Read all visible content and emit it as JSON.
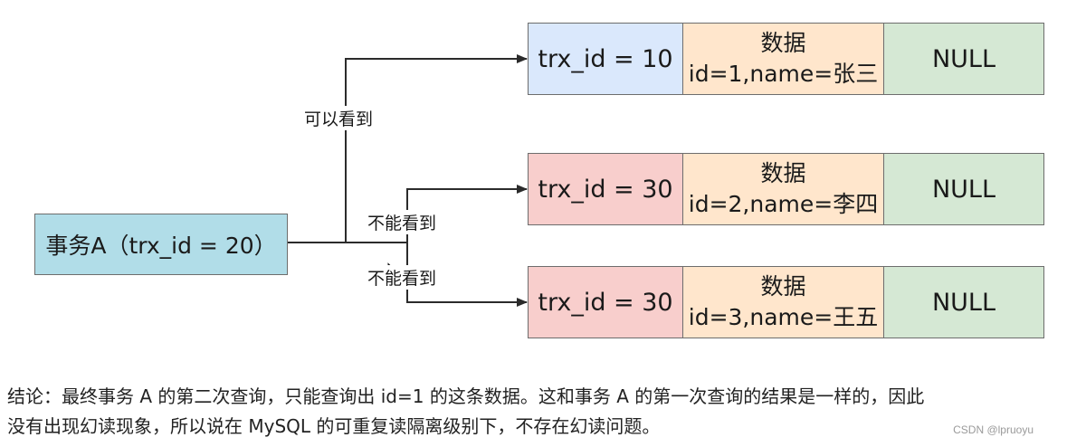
{
  "transaction": {
    "label": "事务A（trx_id = 20）"
  },
  "rows": [
    {
      "trx_id": "trx_id = 10",
      "data_title": "数据",
      "data_value": "id=1,name=张三",
      "pointer": "NULL"
    },
    {
      "trx_id": "trx_id = 30",
      "data_title": "数据",
      "data_value": "id=2,name=李四",
      "pointer": "NULL"
    },
    {
      "trx_id": "trx_id = 30",
      "data_title": "数据",
      "data_value": "id=3,name=王五",
      "pointer": "NULL"
    }
  ],
  "edges": {
    "visible": "可以看到",
    "invisible_1": "不能看到",
    "invisible_2": "不能看到"
  },
  "colors": {
    "trx_visible": "#dae8fc",
    "trx_invisible": "#f8cecc",
    "data": "#ffe6cc",
    "null": "#d5e8d4",
    "transaction": "#b1dde8"
  },
  "conclusion": {
    "line1": "结论：最终事务 A 的第二次查询，只能查询出 id=1 的这条数据。这和事务 A 的第一次查询的结果是一样的，因此",
    "line2": "没有出现幻读现象，所以说在 MySQL 的可重复读隔离级别下，不存在幻读问题。"
  },
  "watermark": "CSDN @lpruoyu"
}
